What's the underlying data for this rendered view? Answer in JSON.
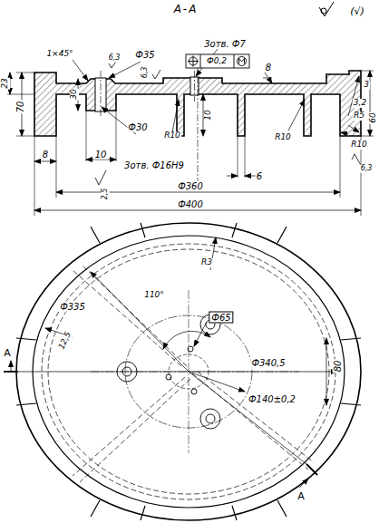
{
  "diagram": {
    "title": "A-A",
    "labels": [
      "(√)",
      "23",
      "70",
      "1×45°",
      "6,3",
      "Ф35",
      "6,3",
      "3отв. Ф7",
      "Ф0,2",
      "8",
      "3",
      "3,2",
      "R5",
      "R10",
      "60",
      "6,3",
      "30",
      "Ф30",
      "R10",
      "10",
      "R10",
      "8",
      "10",
      "3отв. Ф16H9",
      "6",
      "2,5",
      "Ф360",
      "Ф400",
      "R3",
      "110°",
      "Ф335",
      "12,5",
      "Ф65",
      "Ф340,5",
      "80",
      "Ф140±0,2",
      "A",
      "A"
    ]
  }
}
